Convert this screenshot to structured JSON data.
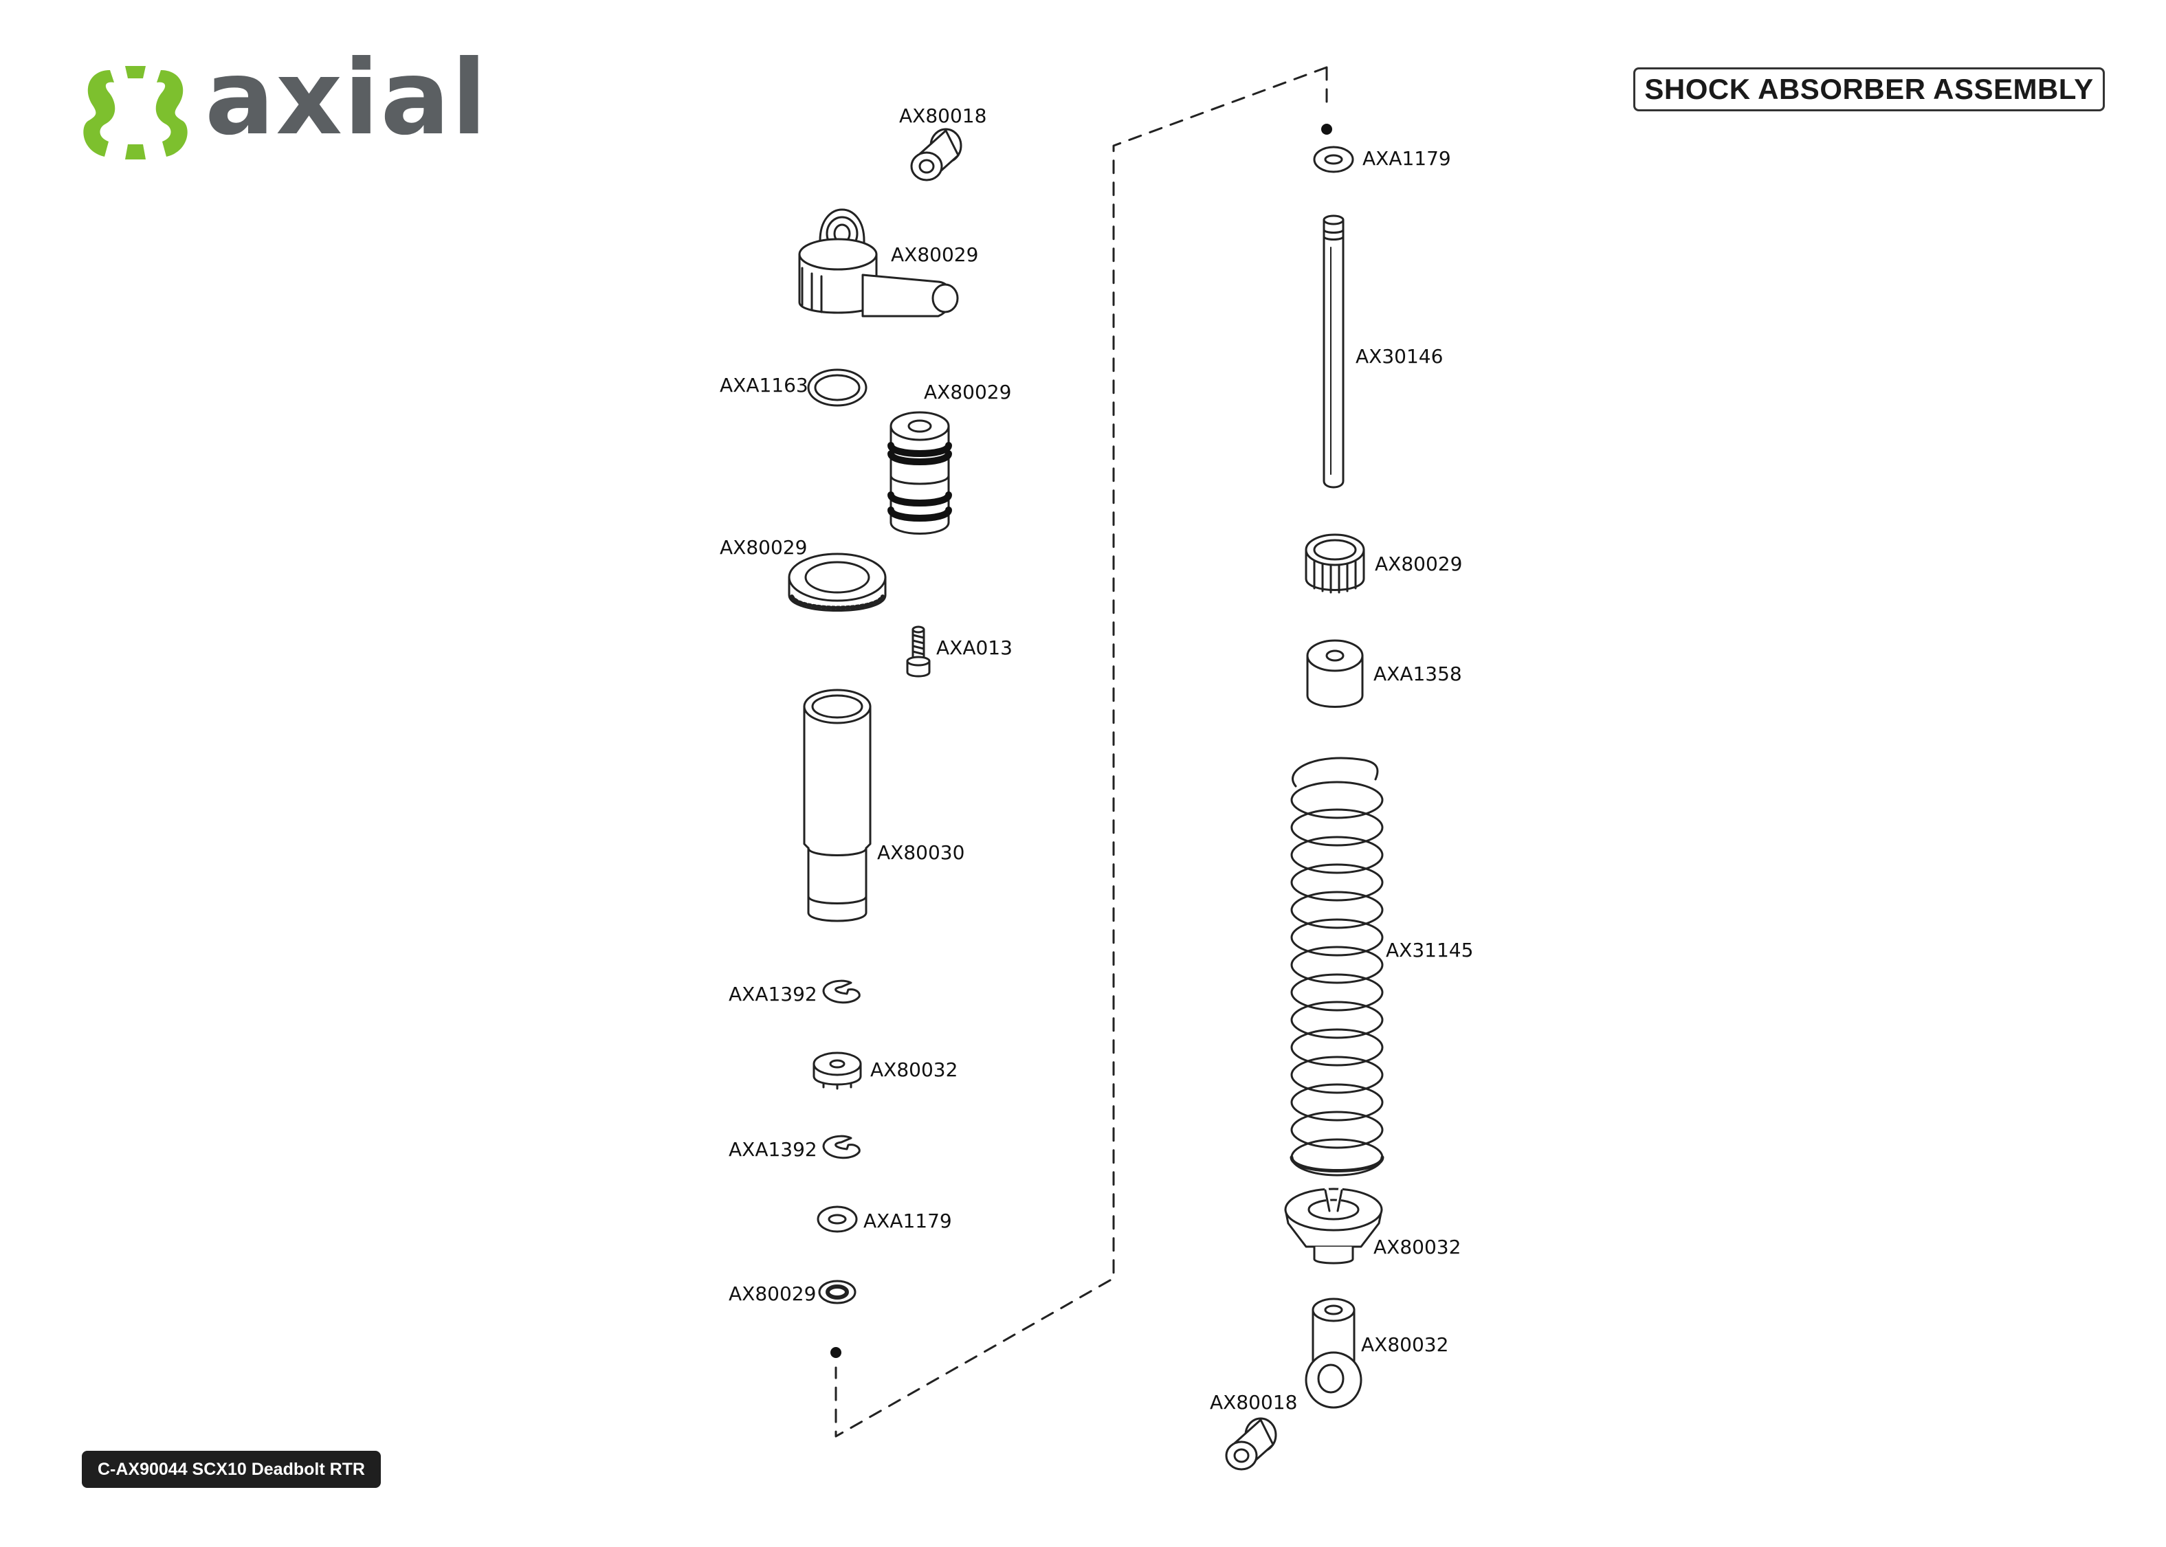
{
  "logo": {
    "text": "axial",
    "mark_color": "#7dc02e",
    "text_color": "#5b5f62"
  },
  "title": "SHOCK ABSORBER ASSEMBLY",
  "footer": "C-AX90044 SCX10 Deadbolt RTR",
  "parts": [
    {
      "id": "p1",
      "label": "AX80018",
      "icon": "ball-end-icon"
    },
    {
      "id": "p2",
      "label": "AX80029",
      "icon": "shock-cap-eyelet-icon"
    },
    {
      "id": "p3",
      "label": "AXA1163",
      "icon": "o-ring-icon"
    },
    {
      "id": "p4",
      "label": "AX80029",
      "icon": "shock-cap-insert-icon"
    },
    {
      "id": "p5",
      "label": "AX80029",
      "icon": "threaded-collar-icon"
    },
    {
      "id": "p6",
      "label": "AXA013",
      "icon": "bleed-screw-icon"
    },
    {
      "id": "p7",
      "label": "AX80030",
      "icon": "shock-body-icon"
    },
    {
      "id": "p8",
      "label": "AXA1392",
      "icon": "e-clip-icon"
    },
    {
      "id": "p9",
      "label": "AX80032",
      "icon": "piston-icon"
    },
    {
      "id": "p10",
      "label": "AXA1392",
      "icon": "e-clip-icon"
    },
    {
      "id": "p11",
      "label": "AXA1179",
      "icon": "washer-icon"
    },
    {
      "id": "p12",
      "label": "AX80029",
      "icon": "seal-icon"
    },
    {
      "id": "p13",
      "label": "AXA1179",
      "icon": "washer-icon"
    },
    {
      "id": "p14",
      "label": "AX30146",
      "icon": "shock-shaft-icon"
    },
    {
      "id": "p15",
      "label": "AX80029",
      "icon": "bushing-icon"
    },
    {
      "id": "p16",
      "label": "AXA1358",
      "icon": "spacer-icon"
    },
    {
      "id": "p17",
      "label": "AX31145",
      "icon": "coil-spring-icon"
    },
    {
      "id": "p18",
      "label": "AX80032",
      "icon": "spring-retainer-icon"
    },
    {
      "id": "p19",
      "label": "AX80032",
      "icon": "rod-end-icon"
    },
    {
      "id": "p20",
      "label": "AX80018",
      "icon": "ball-end-icon"
    }
  ]
}
